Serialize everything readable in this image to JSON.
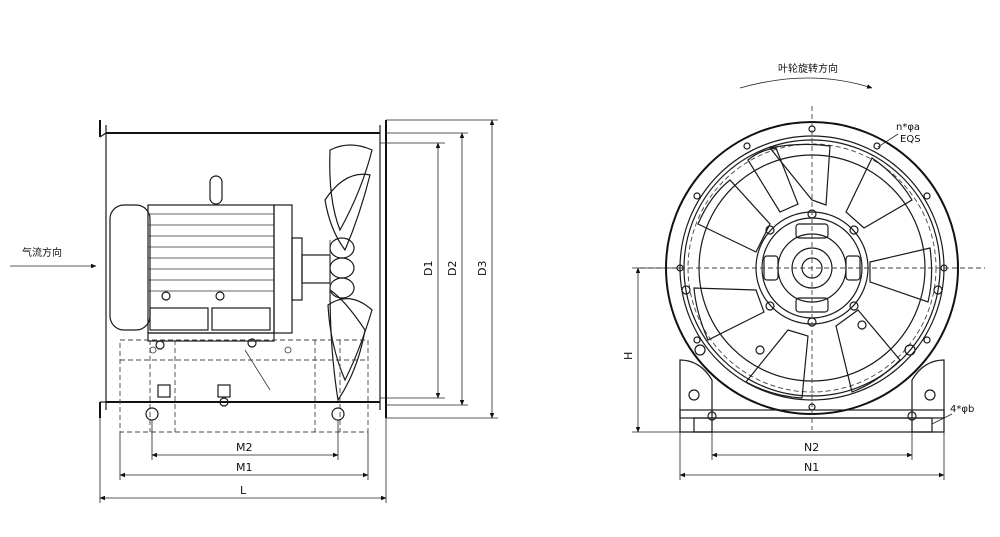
{
  "side_view": {
    "airflow_label": "气流方向",
    "dims": {
      "d1": "D1",
      "d2": "D2",
      "d3": "D3",
      "m2": "M2",
      "m1": "M1",
      "l": "L"
    }
  },
  "front_view": {
    "rotation_label": "叶轮旋转方向",
    "bolt_label_1": "n*φa",
    "bolt_label_2": "EQS",
    "foot_hole_label": "4*φb",
    "dims": {
      "h": "H",
      "n2": "N2",
      "n1": "N1"
    }
  }
}
